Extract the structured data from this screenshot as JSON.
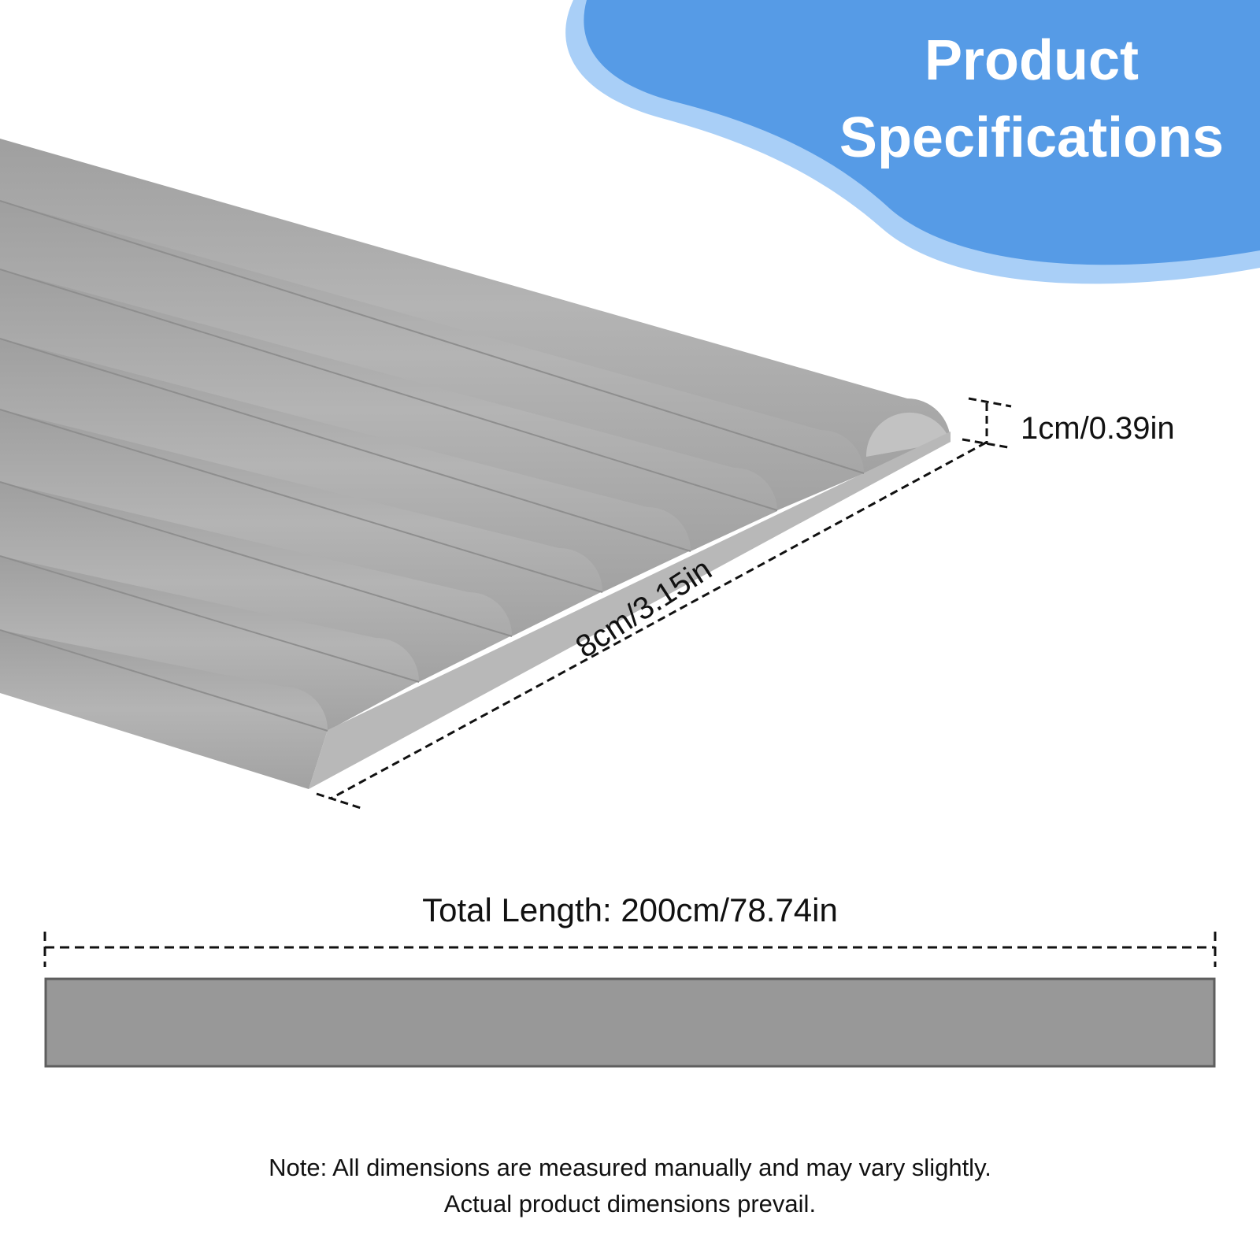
{
  "banner": {
    "title_line1": "Product",
    "title_line2": "Specifications",
    "color": "#569BE6",
    "accent_color": "#A9CFF7"
  },
  "product": {
    "color": "#A9A9A9",
    "height_label": "1cm/0.39in",
    "width_label": "8cm/3.15in",
    "total_length_label": "Total Length: 200cm/78.74in"
  },
  "note": {
    "line1": "Note: All dimensions are measured manually and may vary slightly.",
    "line2": "Actual product dimensions prevail."
  }
}
